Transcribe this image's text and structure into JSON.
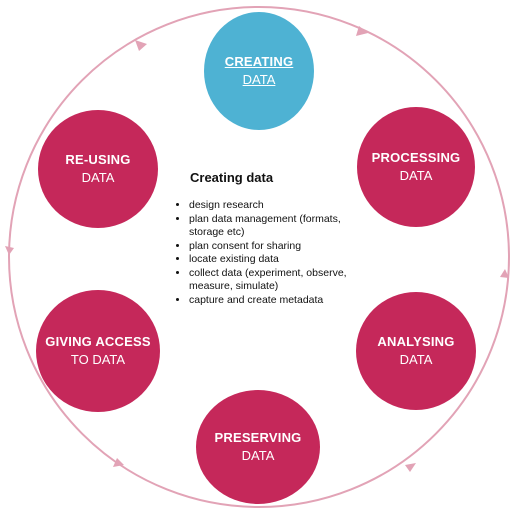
{
  "stages": [
    {
      "id": "creating",
      "title": "CREATING",
      "subtitle": "DATA",
      "active": true
    },
    {
      "id": "processing",
      "title": "PROCESSING",
      "subtitle": "DATA",
      "active": false
    },
    {
      "id": "analysing",
      "title": "ANALYSING",
      "subtitle": "DATA",
      "active": false
    },
    {
      "id": "preserving",
      "title": "PRESERVING",
      "subtitle": "DATA",
      "active": false
    },
    {
      "id": "giving_access",
      "title": "GIVING ACCESS",
      "subtitle": "TO DATA",
      "active": false
    },
    {
      "id": "reusing",
      "title": "RE-USING",
      "subtitle": "DATA",
      "active": false
    }
  ],
  "detail": {
    "title": "Creating data",
    "items": [
      "design research",
      "plan data management (formats, storage etc)",
      "plan consent for sharing",
      "locate existing data",
      "collect data (experiment, observe, measure, simulate)",
      "capture and create metadata"
    ]
  },
  "colors": {
    "active_stage": "#4eb2d3",
    "stage": "#c5285a",
    "cycle_ring": "#e2a3b6",
    "text_on_stage": "#ffffff"
  }
}
